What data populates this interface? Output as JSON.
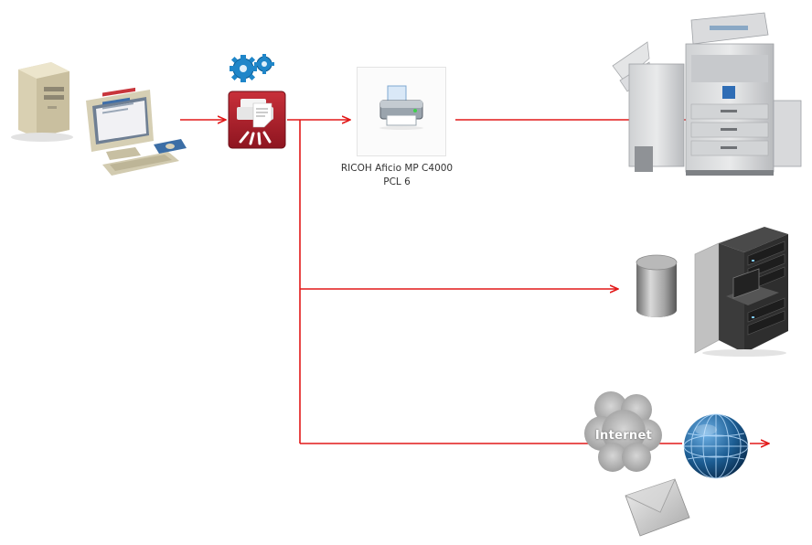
{
  "diagram": {
    "printer_queue": {
      "name_line1": "RICOH Aficio MP C4000",
      "name_line2": "PCL 6",
      "icon": "printer-icon"
    },
    "internet": {
      "label": "Internet",
      "icon": "cloud-icon"
    },
    "icons": {
      "workstation": "desktop-computer-icon",
      "gears": "gears-icon",
      "print_software": "print-software-icon",
      "copier": "multifunction-copier-icon",
      "database": "database-icon",
      "server_rack": "server-rack-icon",
      "globe": "globe-icon",
      "email": "envelope-icon"
    },
    "colors": {
      "connector": "#e21818",
      "print_software": "#b3202a",
      "gears": "#1f86c9",
      "globe": "#1c5d93"
    }
  }
}
